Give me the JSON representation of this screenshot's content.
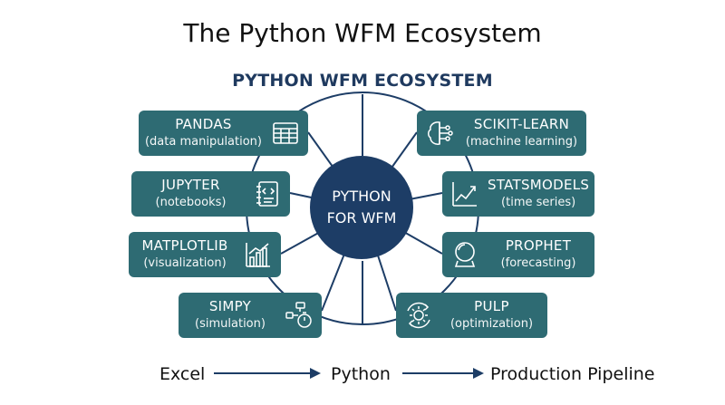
{
  "header": {
    "title": "The Python WFM Ecosystem",
    "subtitle": "PYTHON WFM ECOSYSTEM"
  },
  "center": {
    "line1": "PYTHON",
    "line2": "FOR WFM"
  },
  "nodes": {
    "pandas": {
      "name": "PANDAS",
      "desc": "(data manipulation)",
      "icon": "table-icon"
    },
    "jupyter": {
      "name": "JUPYTER",
      "desc": "(notebooks)",
      "icon": "notebook-icon"
    },
    "matplotlib": {
      "name": "MATPLOTLIB",
      "desc": "(visualization)",
      "icon": "bar-chart-icon"
    },
    "simpy": {
      "name": "SIMPY",
      "desc": "(simulation)",
      "icon": "flow-stopwatch-icon"
    },
    "sklearn": {
      "name": "SCIKIT-LEARN",
      "desc": "(machine learning)",
      "icon": "brain-circuit-icon"
    },
    "statsmodels": {
      "name": "STATSMODELS",
      "desc": "(time series)",
      "icon": "line-chart-icon"
    },
    "prophet": {
      "name": "PROPHET",
      "desc": "(forecasting)",
      "icon": "crystal-ball-icon"
    },
    "pulp": {
      "name": "PULP",
      "desc": "(optimization)",
      "icon": "gear-cycle-icon"
    }
  },
  "flow": {
    "step1": "Excel",
    "step2": "Python",
    "step3": "Production Pipeline"
  },
  "colors": {
    "node": "#2e6b73",
    "center": "#1d3d66",
    "line": "#1d3d66"
  }
}
